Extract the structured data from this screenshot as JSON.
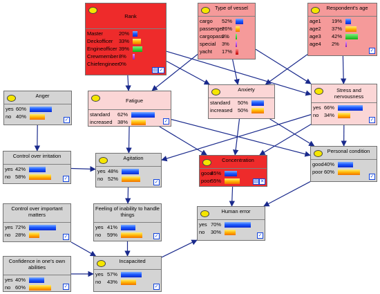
{
  "colors": {
    "edge": "#1a2a8c"
  },
  "nodes": {
    "rank": {
      "title": "Rank",
      "states": [
        {
          "label": "Master",
          "pct": "20%",
          "value": 20,
          "bar": "blue"
        },
        {
          "label": "Deckofficer",
          "pct": "33%",
          "value": 33,
          "bar": "orange"
        },
        {
          "label": "Engineofficer",
          "pct": "39%",
          "value": 39,
          "bar": "green"
        },
        {
          "label": "Crewmember",
          "pct": "8%",
          "value": 8,
          "bar": "purple"
        },
        {
          "label": "Chiefengineer",
          "pct": "0%",
          "value": 0,
          "bar": "red"
        }
      ]
    },
    "vessel": {
      "title": "Type of vessel",
      "states": [
        {
          "label": "cargo",
          "pct": "52%",
          "value": 52,
          "bar": "blue"
        },
        {
          "label": "passenger",
          "pct": "26%",
          "value": 26,
          "bar": "orange"
        },
        {
          "label": "cargopass ...",
          "pct": "3%",
          "value": 3,
          "bar": "green"
        },
        {
          "label": "special",
          "pct": "3%",
          "value": 3,
          "bar": "purple"
        },
        {
          "label": "yacht",
          "pct": "17%",
          "value": 17,
          "bar": "red"
        }
      ]
    },
    "age": {
      "title": "Respondent's age",
      "states": [
        {
          "label": "age1",
          "pct": "19%",
          "value": 19,
          "bar": "blue"
        },
        {
          "label": "age2",
          "pct": "37%",
          "value": 37,
          "bar": "orange"
        },
        {
          "label": "age3",
          "pct": "42%",
          "value": 42,
          "bar": "green"
        },
        {
          "label": "age4",
          "pct": "2%",
          "value": 2,
          "bar": "purple"
        }
      ]
    },
    "anger": {
      "title": "Anger",
      "states": [
        {
          "label": "yes",
          "pct": "60%",
          "value": 60,
          "bar": "blue"
        },
        {
          "label": "no",
          "pct": "40%",
          "value": 40,
          "bar": "orange"
        }
      ]
    },
    "fatigue": {
      "title": "Fatigue",
      "states": [
        {
          "label": "standard",
          "pct": "62%",
          "value": 62,
          "bar": "blue"
        },
        {
          "label": "increased",
          "pct": "38%",
          "value": 38,
          "bar": "orange"
        }
      ]
    },
    "anxiety": {
      "title": "Anxiety",
      "states": [
        {
          "label": "standard",
          "pct": "50%",
          "value": 50,
          "bar": "blue"
        },
        {
          "label": "increased",
          "pct": "50%",
          "value": 50,
          "bar": "orange"
        }
      ]
    },
    "stress": {
      "title": "Stress and nervousness",
      "states": [
        {
          "label": "yes",
          "pct": "66%",
          "value": 66,
          "bar": "blue"
        },
        {
          "label": "no",
          "pct": "34%",
          "value": 34,
          "bar": "orange"
        }
      ]
    },
    "irritation": {
      "title": "Control over irritation",
      "states": [
        {
          "label": "yes",
          "pct": "42%",
          "value": 42,
          "bar": "blue"
        },
        {
          "label": "no",
          "pct": "58%",
          "value": 58,
          "bar": "orange"
        }
      ]
    },
    "agitation": {
      "title": "Agitation",
      "states": [
        {
          "label": "yes",
          "pct": "48%",
          "value": 48,
          "bar": "blue"
        },
        {
          "label": "no",
          "pct": "52%",
          "value": 52,
          "bar": "orange"
        }
      ]
    },
    "concentration": {
      "title": "Concentration",
      "states": [
        {
          "label": "good",
          "pct": "45%",
          "value": 45,
          "bar": "blue"
        },
        {
          "label": "poor",
          "pct": "55%",
          "value": 55,
          "bar": "orange"
        }
      ]
    },
    "personal": {
      "title": "Personal condition",
      "states": [
        {
          "label": "good",
          "pct": "40%",
          "value": 40,
          "bar": "blue"
        },
        {
          "label": "poor",
          "pct": "60%",
          "value": 60,
          "bar": "orange"
        }
      ]
    },
    "control": {
      "title": "Control over important matters",
      "states": [
        {
          "label": "yes",
          "pct": "72%",
          "value": 72,
          "bar": "blue"
        },
        {
          "label": "no",
          "pct": "28%",
          "value": 28,
          "bar": "orange"
        }
      ]
    },
    "inability": {
      "title": "Feeling of inability to handle things",
      "states": [
        {
          "label": "yes",
          "pct": "41%",
          "value": 41,
          "bar": "blue"
        },
        {
          "label": "no",
          "pct": "59%",
          "value": 59,
          "bar": "orange"
        }
      ]
    },
    "human": {
      "title": "Human error",
      "states": [
        {
          "label": "yes",
          "pct": "70%",
          "value": 70,
          "bar": "blue"
        },
        {
          "label": "no",
          "pct": "30%",
          "value": 30,
          "bar": "orange"
        }
      ]
    },
    "confidence": {
      "title": "Confidence in one's own abilities",
      "states": [
        {
          "label": "yes",
          "pct": "40%",
          "value": 40,
          "bar": "blue"
        },
        {
          "label": "no",
          "pct": "60%",
          "value": 60,
          "bar": "orange"
        }
      ]
    },
    "incapacited": {
      "title": "Incapacited",
      "states": [
        {
          "label": "yes",
          "pct": "57%",
          "value": 57,
          "bar": "blue"
        },
        {
          "label": "no",
          "pct": "43%",
          "value": 43,
          "bar": "orange"
        }
      ]
    }
  },
  "edges": [
    [
      "rank",
      "fatigue"
    ],
    [
      "rank",
      "anxiety"
    ],
    [
      "rank",
      "stress"
    ],
    [
      "vessel",
      "fatigue"
    ],
    [
      "vessel",
      "anxiety"
    ],
    [
      "vessel",
      "stress"
    ],
    [
      "age",
      "anxiety"
    ],
    [
      "age",
      "stress"
    ],
    [
      "anger",
      "irritation"
    ],
    [
      "irritation",
      "agitation"
    ],
    [
      "fatigue",
      "agitation"
    ],
    [
      "fatigue",
      "concentration"
    ],
    [
      "fatigue",
      "personal"
    ],
    [
      "anxiety",
      "concentration"
    ],
    [
      "anxiety",
      "personal"
    ],
    [
      "stress",
      "agitation"
    ],
    [
      "stress",
      "concentration"
    ],
    [
      "stress",
      "personal"
    ],
    [
      "agitation",
      "inability"
    ],
    [
      "concentration",
      "human"
    ],
    [
      "personal",
      "human"
    ],
    [
      "control",
      "incapacited"
    ],
    [
      "inability",
      "incapacited"
    ],
    [
      "confidence",
      "incapacited"
    ],
    [
      "incapacited",
      "human"
    ]
  ]
}
